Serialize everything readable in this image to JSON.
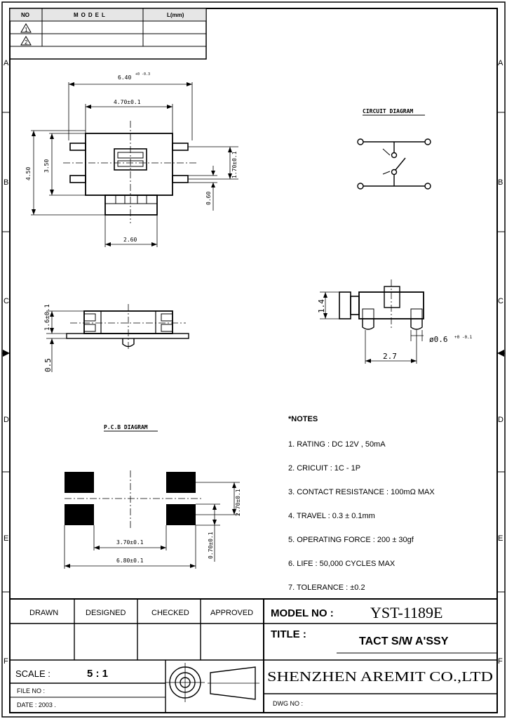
{
  "revision_table": {
    "headers": [
      "NO",
      "MODEL",
      "L(mm)"
    ],
    "rows": [
      "1",
      "2"
    ]
  },
  "border_letters": [
    "A",
    "B",
    "C",
    "D",
    "E",
    "F"
  ],
  "top_view": {
    "dim_width_total": "6.40",
    "dim_width_total_tol": "+0 -0.3",
    "dim_inner_width": "4.70±0.1",
    "dim_height_total": "4.50",
    "dim_body_height": "3.50",
    "dim_pin_pitch": "1.70±0.1",
    "dim_pin_width": "0.60",
    "dim_actuator_width": "2.60"
  },
  "circuit": {
    "title": "CIRCUIT DIAGRAM"
  },
  "front_view": {
    "dim_height": "1.6±0.1",
    "dim_actuator": "0.5"
  },
  "side_view": {
    "dim_height": "1.4",
    "dim_span": "2.7",
    "dim_post": "ø0.6",
    "dim_post_tol": "+0 -0.1"
  },
  "pcb": {
    "title": "P.C.B DIAGRAM",
    "dim_pitch_v": "2.70±0.1",
    "dim_pad_h": "0.70±0.1",
    "dim_inner": "3.70±0.1",
    "dim_outer": "6.80±0.1"
  },
  "notes": {
    "title": "*NOTES",
    "items": [
      "1. RATING : DC 12V , 50mA",
      "2. CRICUIT : 1C - 1P",
      "3. CONTACT RESISTANCE : 100mΩ   MAX",
      "4. TRAVEL : 0.3 ± 0.1mm",
      "5. OPERATING FORCE : 200 ± 30gf",
      "6. LIFE : 50,000 CYCLES MAX",
      "7. TOLERANCE : ±0.2"
    ]
  },
  "title_block": {
    "roles": [
      "DRAWN",
      "DESIGNED",
      "CHECKED",
      "APPROVED"
    ],
    "model_no_label": "MODEL NO :",
    "model_no": "YST-1189E",
    "title_label": "TITLE :",
    "title": "TACT S/W A'SSY",
    "scale_label": "SCALE :",
    "scale": "5 : 1",
    "file_no_label": "FILE NO :",
    "date_label": "DATE : 2003 .",
    "company": "SHENZHEN AREMIT CO.,LTD",
    "dwg_no_label": "DWG  NO  :"
  }
}
